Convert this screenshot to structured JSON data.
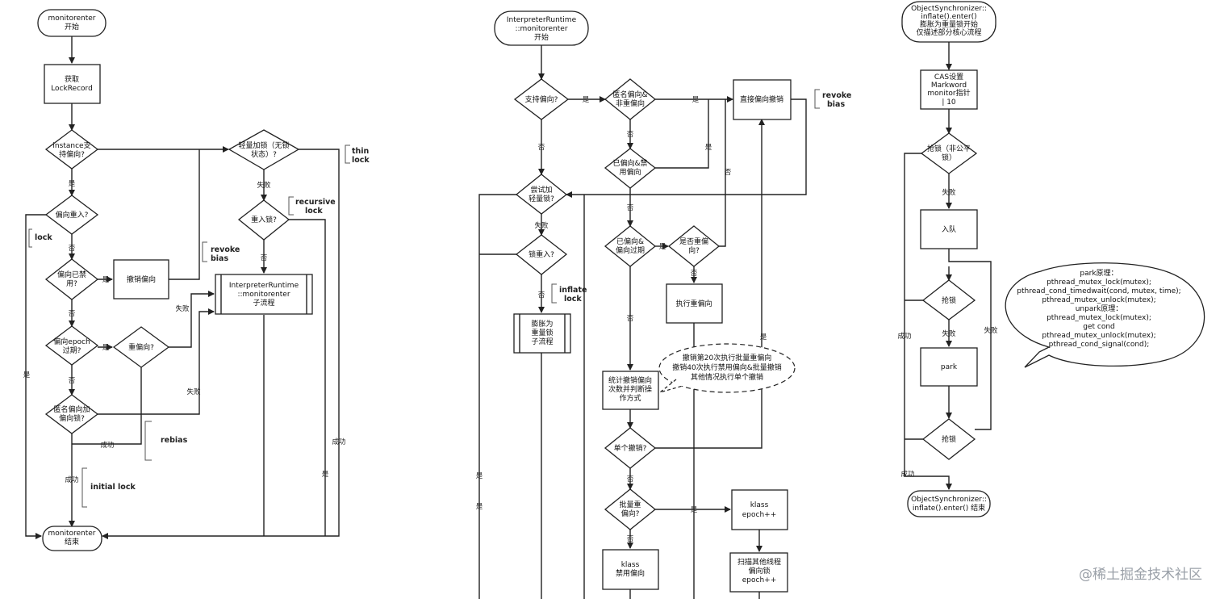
{
  "watermark": "@稀土掘金技术社区",
  "flow1": {
    "start": [
      "monitorenter",
      "开始"
    ],
    "get_lock_record": [
      "获取",
      "LockRecord"
    ],
    "instance_biased": [
      "instance支",
      "持偏向?"
    ],
    "bias_reentry": [
      "偏向重入?"
    ],
    "bias_disabled": [
      "偏向已禁",
      "用?"
    ],
    "revoke_bias": [
      "撤销偏向"
    ],
    "epoch_expired": [
      "偏向epoch",
      "过期?"
    ],
    "rebias_q": [
      "重偏向?"
    ],
    "anon_bias": [
      "匿名偏向加",
      "偏向锁?"
    ],
    "lightweight": [
      "轻量加锁（无锁",
      "状态）?"
    ],
    "reentry_lock": [
      "重入锁?"
    ],
    "interp_sub": [
      "InterpreterRuntime",
      "::monitorenter",
      "子流程"
    ],
    "end": [
      "monitorenter",
      "结束"
    ],
    "labels": {
      "yes": "是",
      "no": "否",
      "fail": "失败",
      "success": "成功"
    },
    "annotations": {
      "thin_lock": [
        "thin",
        "lock"
      ],
      "lock": [
        "lock"
      ],
      "revoke_bias": [
        "revoke",
        "bias"
      ],
      "recursive_lock": [
        "recursive",
        "lock"
      ],
      "rebias": [
        "rebias"
      ],
      "initial_lock": [
        "initial lock"
      ]
    }
  },
  "flow2": {
    "start": [
      "InterpreterRuntime",
      "::monitorenter",
      "开始"
    ],
    "support_bias": [
      "支持偏向?"
    ],
    "anon_and_non_rebias": [
      "匿名偏向&",
      "非重偏向"
    ],
    "direct_revoke": [
      "直接偏向撤销"
    ],
    "biased_disabled": [
      "已偏向&禁",
      "用偏向"
    ],
    "try_lightweight": [
      "尝试加",
      "轻量锁?"
    ],
    "lock_reentry": [
      "锁重入?"
    ],
    "inflate_sub": [
      "膨胀为",
      "重量锁",
      "子流程"
    ],
    "biased_expired": [
      "已偏向&",
      "偏向过期"
    ],
    "rebias_q": [
      "是否重偏",
      "向?"
    ],
    "exec_rebias": [
      "执行重偏向"
    ],
    "count_revoke": [
      "统计撤销偏向",
      "次数并判断操",
      "作方式"
    ],
    "cloud_note": [
      "撤销第20次执行批量重偏向",
      "撤销40次执行禁用偏向&批量撤销",
      "其他情况执行单个撤销"
    ],
    "single_revoke": [
      "单个撤销?"
    ],
    "bulk_rebias": [
      "批量重",
      "偏向?"
    ],
    "klass_epoch": [
      "klass",
      "epoch++"
    ],
    "klass_disable": [
      "klass",
      "禁用偏向"
    ],
    "scan_threads": [
      "扫描其他线程",
      "偏向锁",
      "epoch++"
    ],
    "labels": {
      "yes": "是",
      "no": "否",
      "fail": "失败"
    },
    "annotations": {
      "revoke_bias": [
        "revoke",
        "bias"
      ],
      "inflate_lock": [
        "inflate",
        "lock"
      ]
    }
  },
  "flow3": {
    "start": [
      "ObjectSynchronizer::",
      "inflate().enter()",
      "膨胀为重量锁开始",
      "仅描述部分核心流程"
    ],
    "cas_set": [
      "CAS设置",
      "Markword",
      "monitor指针",
      "| 10"
    ],
    "grab_unfair": [
      "抢锁（非公平",
      "锁）"
    ],
    "enqueue": [
      "入队"
    ],
    "grab_lock": [
      "抢锁"
    ],
    "park": [
      "park"
    ],
    "grab_lock2": [
      "抢锁"
    ],
    "end": [
      "ObjectSynchronizer::",
      "inflate().enter() 结束"
    ],
    "labels": {
      "fail": "失败",
      "success": "成功"
    },
    "park_note": [
      "park原理：",
      "pthread_mutex_lock(mutex);",
      "pthread_cond_timedwait(cond, mutex, time);",
      "pthread_mutex_unlock(mutex);",
      "unpark原理：",
      "pthread_mutex_lock(mutex);",
      "get cond",
      "pthread_mutex_unlock(mutex);",
      "pthread_cond_signal(cond);"
    ]
  }
}
